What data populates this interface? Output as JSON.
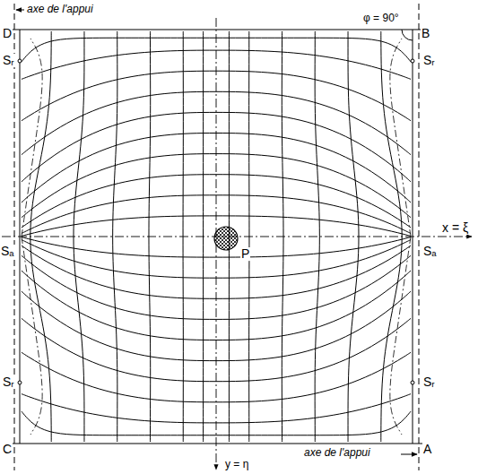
{
  "diagram": {
    "labels": [
      "axe de l'appui",
      "D",
      "B",
      "φ = 90°",
      "Sᵣ",
      "Sᵣ",
      "Sₐ",
      "x = ξ",
      "Sₐ",
      "P",
      "Sᵣ",
      "Sᵣ",
      "C",
      "A",
      "axe de l'appui",
      "y = η"
    ]
  }
}
